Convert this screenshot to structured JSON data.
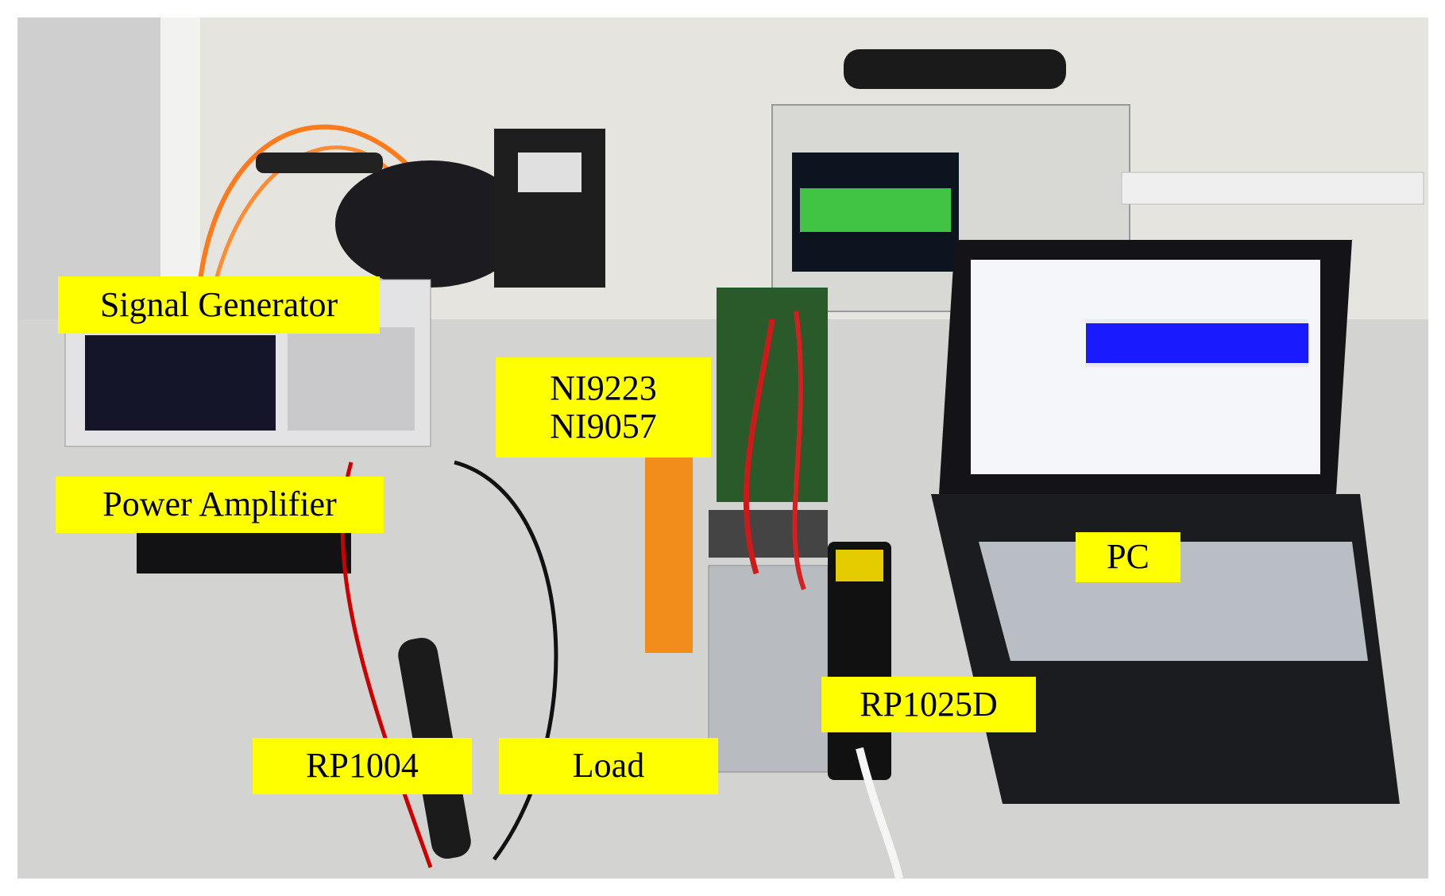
{
  "labels": {
    "signal_generator": "Signal Generator",
    "ni_modules": [
      "NI9223",
      "NI9057"
    ],
    "power_amplifier": "Power Amplifier",
    "pc": "PC",
    "rp1025d": "RP1025D",
    "rp1004": "RP1004",
    "load": "Load"
  },
  "colors": {
    "label_bg": "#ffff00",
    "label_text": "#000000",
    "scope_trace": "#4be34b",
    "pc_signal": "#1a1aff"
  }
}
